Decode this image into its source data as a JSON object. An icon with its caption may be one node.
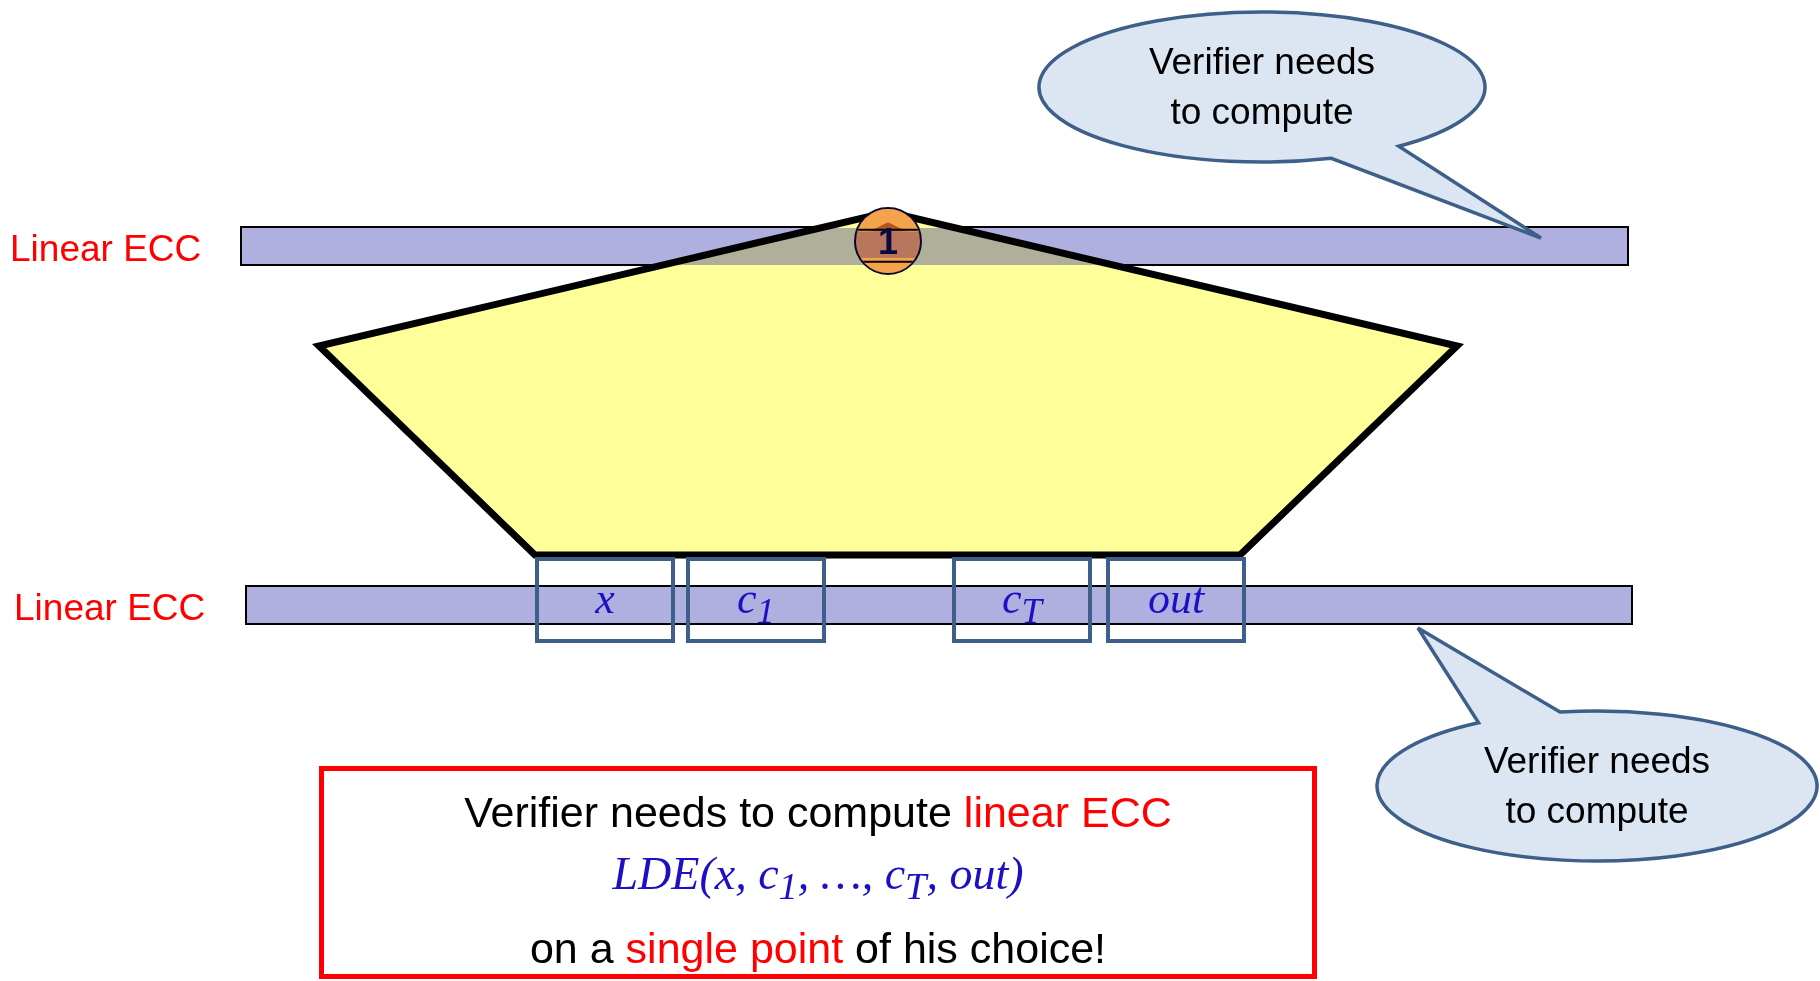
{
  "diagram": {
    "nodes": [
      {
        "text": [
          "Verifier needs to compute"
        ]
      },
      {
        "text": [
          "1"
        ]
      },
      {
        "text": [
          "x"
        ]
      },
      {
        "text": [
          "c$_{1}$"
        ]
      },
      {
        "text": [
          "c$_{T}$"
        ]
      },
      {
        "text": [
          "out"
        ]
      },
      {
        "text": [
          "Verifier needs to compute"
        ]
      },
      {
        "text": [
          "Verifier needs to compute",
          "linear ECC",
          "LDE(x, c$_{1}$, …, c$_{T}$, out)",
          "on a",
          "single point",
          "of his choice!"
        ]
      }
    ],
    "labels": [
      "Linear ECC",
      "Linear ECC"
    ]
  }
}
